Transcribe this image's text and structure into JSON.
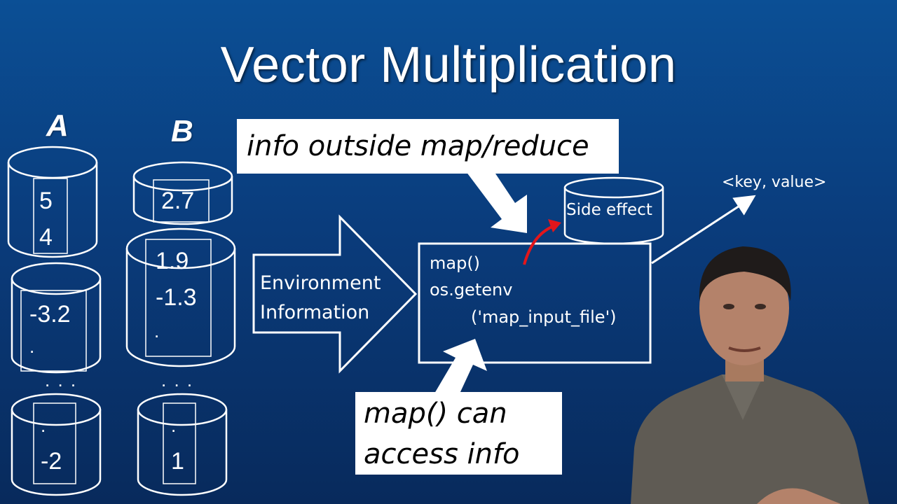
{
  "slide": {
    "title": "Vector Multiplication",
    "vector_a_label": "A",
    "vector_b_label": "B",
    "a_values": {
      "top_1": "5",
      "top_2": "4",
      "mid_1": "-3.2",
      "mid_dot": ".",
      "bot_dot": ".",
      "bot_1": "-2"
    },
    "b_values": {
      "top_1": "2.7",
      "mid_1": "1.9",
      "mid_2": "-1.3",
      "mid_dot": ".",
      "bot_dot": ".",
      "bot_1": "1"
    },
    "ellipsis": ". . .",
    "callout_top": "info outside map/reduce",
    "callout_bottom_line1": "map() can",
    "callout_bottom_line2": "access info",
    "env_line1": "Environment",
    "env_line2": "Information",
    "code_line1": "map()",
    "code_line2": "os.getenv",
    "code_line3": "('map_input_file')",
    "side_effect": "Side effect",
    "key_value": "<key, value>",
    "colors": {
      "background_top": "#0b4f95",
      "background_bottom": "#082a5c",
      "arrow_red": "#e3161b",
      "outline": "#ffffff"
    }
  }
}
